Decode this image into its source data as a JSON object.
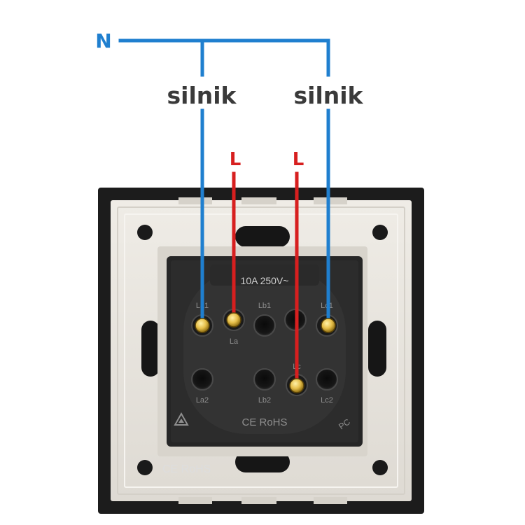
{
  "diagram": {
    "neutral_label": "N",
    "load_label_left": "silnik",
    "load_label_right": "silnik",
    "line_label_left": "L",
    "line_label_right": "L"
  },
  "switch": {
    "rating_text": "10A 250V~",
    "terminals": {
      "la1": "La1",
      "lb1": "Lb1",
      "lc1": "Lc1",
      "la": "La",
      "lc": "Lc",
      "la2": "La2",
      "lb2": "Lb2",
      "lc2": "Lc2"
    },
    "cert_text": "CE RoHS",
    "frame_cert_text": "CE RoHS",
    "material_text": "PC"
  },
  "colors": {
    "neutral_wire": "#1f7fcf",
    "live_wire": "#d71f1f",
    "frame": "#1c1c1c",
    "plate": "#e9e6e0",
    "mechanism": "#262626",
    "brass": "#d9b44a"
  },
  "icons": [
    "recycle-icon"
  ]
}
